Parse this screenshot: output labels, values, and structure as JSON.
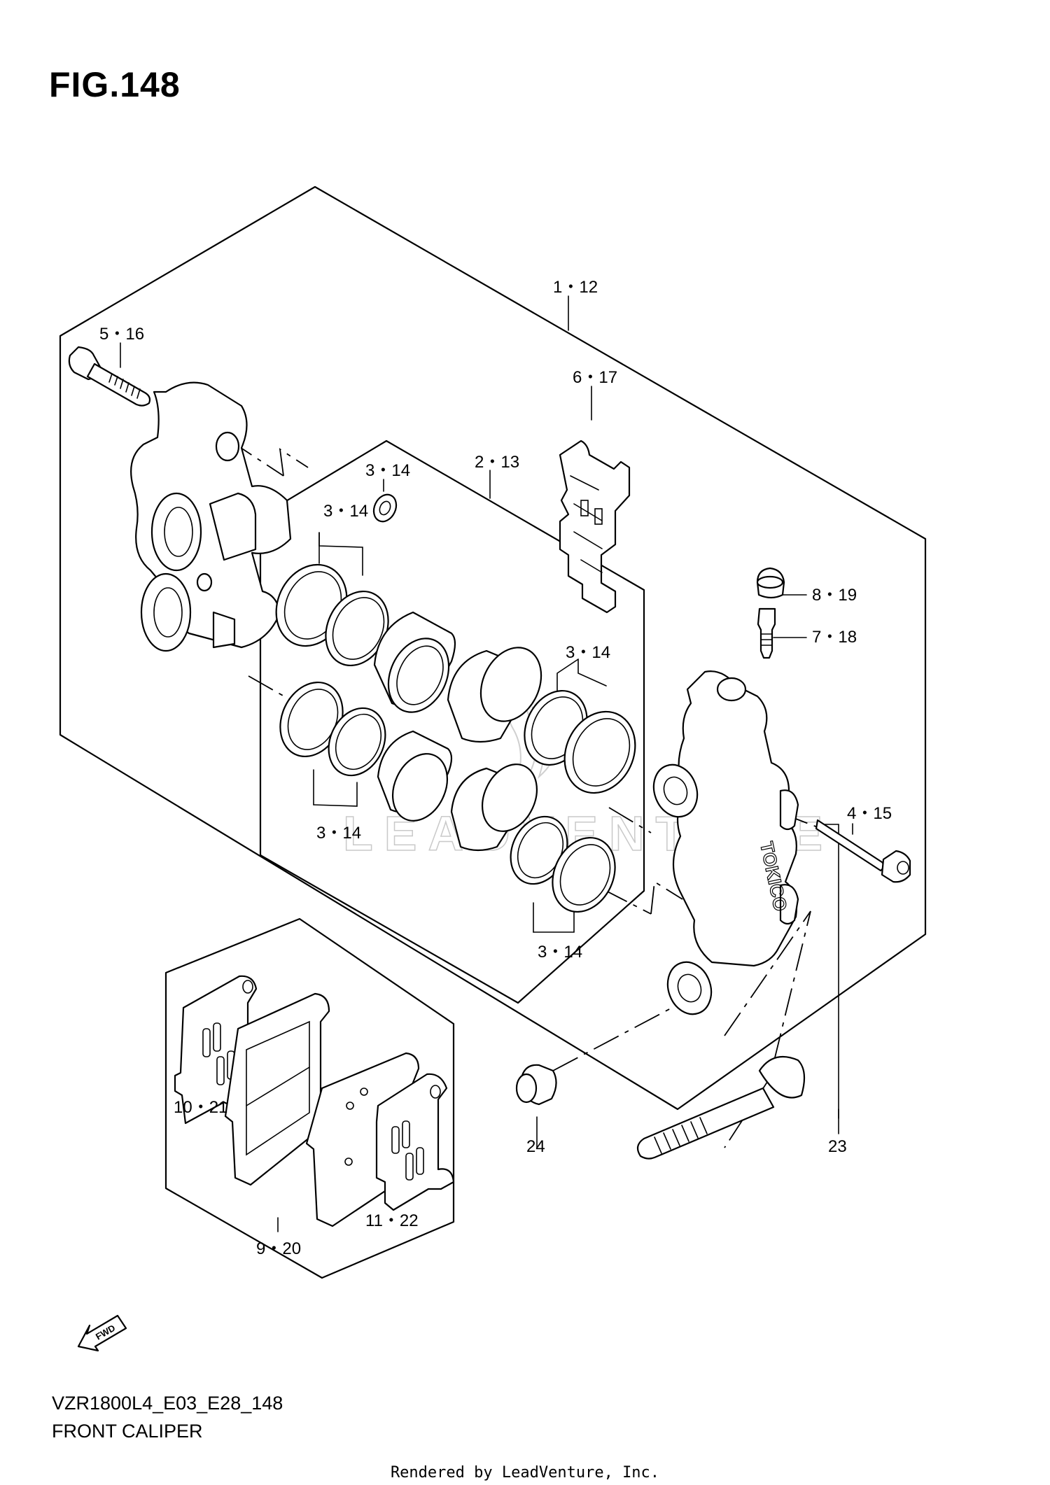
{
  "figure": {
    "title": "FIG.148",
    "model_code": "VZR1800L4_E03_E28_148",
    "name": "FRONT CALIPER",
    "rendered_by": "Rendered by LeadVenture, Inc.",
    "watermark": "LEADVENTURE",
    "caliper_brand": "TOKICO",
    "fwd_label": "FWD"
  },
  "callouts": {
    "c_1_12": "1・12",
    "c_5_16": "5・16",
    "c_6_17": "6・17",
    "c_2_13": "2・13",
    "c_3_14_top": "3・14",
    "c_3_14_left_upper": "3・14",
    "c_3_14_right_upper": "3・14",
    "c_3_14_left_lower": "3・14",
    "c_3_14_right_lower": "3・14",
    "c_8_19": "8・19",
    "c_7_18": "7・18",
    "c_4_15": "4・15",
    "c_10_21": "10・21",
    "c_11_22": "11・22",
    "c_9_20": "9・20",
    "c_24": "24",
    "c_23": "23"
  }
}
